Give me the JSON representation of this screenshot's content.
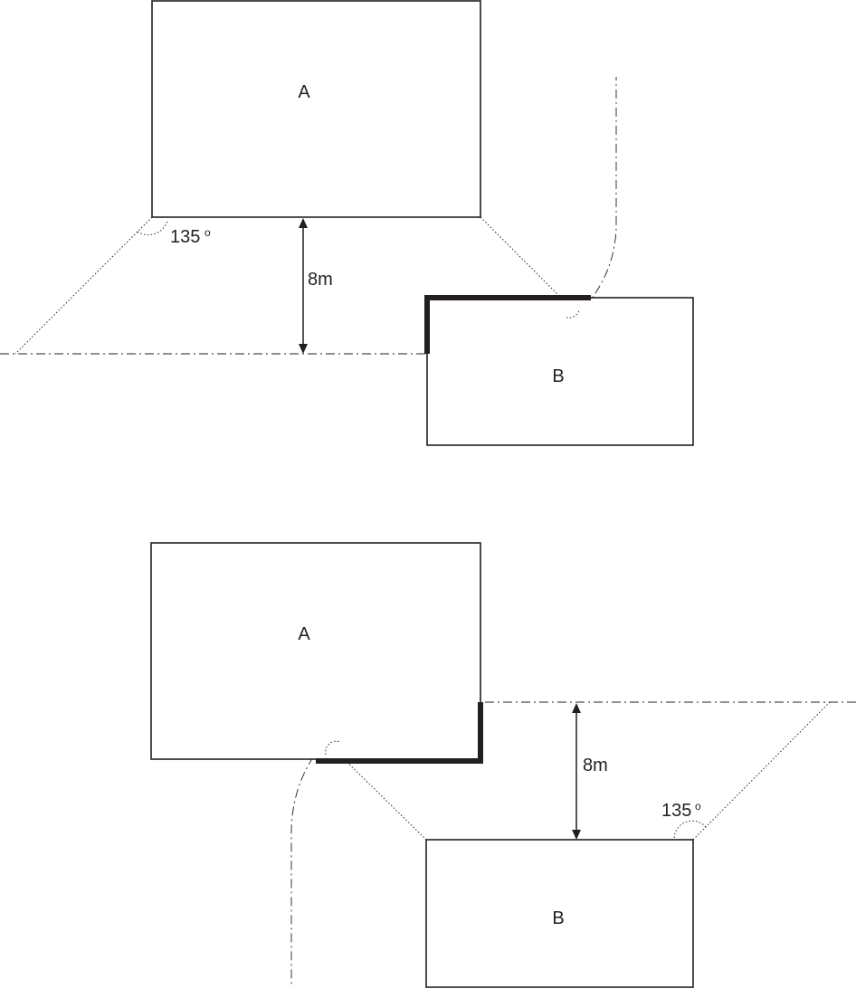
{
  "diagram": {
    "top": {
      "building_a_label": "A",
      "building_b_label": "B",
      "distance_label": "8m",
      "angle_value": "135",
      "angle_unit": "o"
    },
    "bottom": {
      "building_a_label": "A",
      "building_b_label": "B",
      "distance_label": "8m",
      "angle_value": "135",
      "angle_unit": "o"
    }
  }
}
